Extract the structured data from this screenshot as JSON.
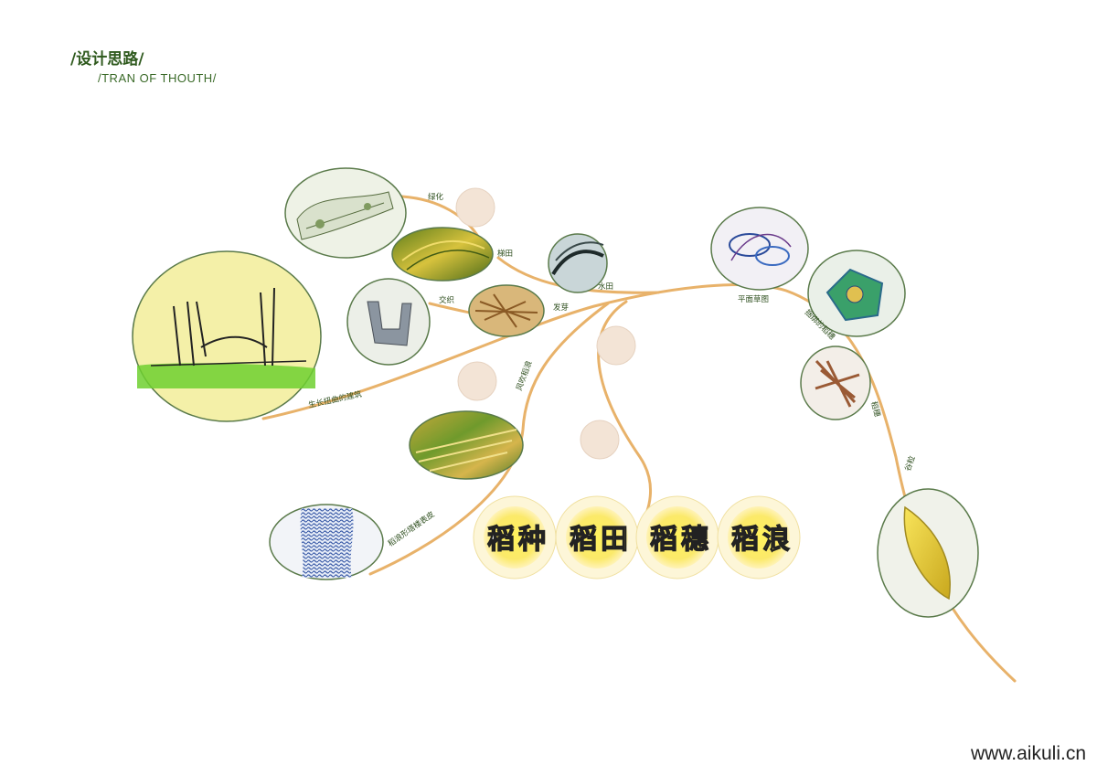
{
  "header": {
    "title": "/设计思路/",
    "subtitle": "/TRAN OF THOUTH/"
  },
  "watermark": "www.aikuli.cn",
  "branch_labels": {
    "greening": "绿化",
    "terraced_field": "梯田",
    "paddy_field": "水田",
    "interweave": "交织",
    "sprout": "发芽",
    "plan_sketch": "平面草图",
    "bundled_rice_ear": "捆绑的稻穗",
    "rice_ear": "稻穗",
    "grain": "谷粒",
    "growing_building": "生长扭曲的建筑",
    "wind_rice_wave": "风吹稻浪",
    "wave_skin": "稻浪形塔楼表皮"
  },
  "concepts": [
    {
      "c1": "稻",
      "c2": "种"
    },
    {
      "c1": "稻",
      "c2": "田"
    },
    {
      "c1": "稻",
      "c2": "穗"
    },
    {
      "c1": "稻",
      "c2": "浪"
    }
  ],
  "colors": {
    "stem": "#e8b26a",
    "bubble_outline": "#5a7a4a",
    "concept_fill": "#fbea6c",
    "empty_circle": "#f3e4d6"
  }
}
